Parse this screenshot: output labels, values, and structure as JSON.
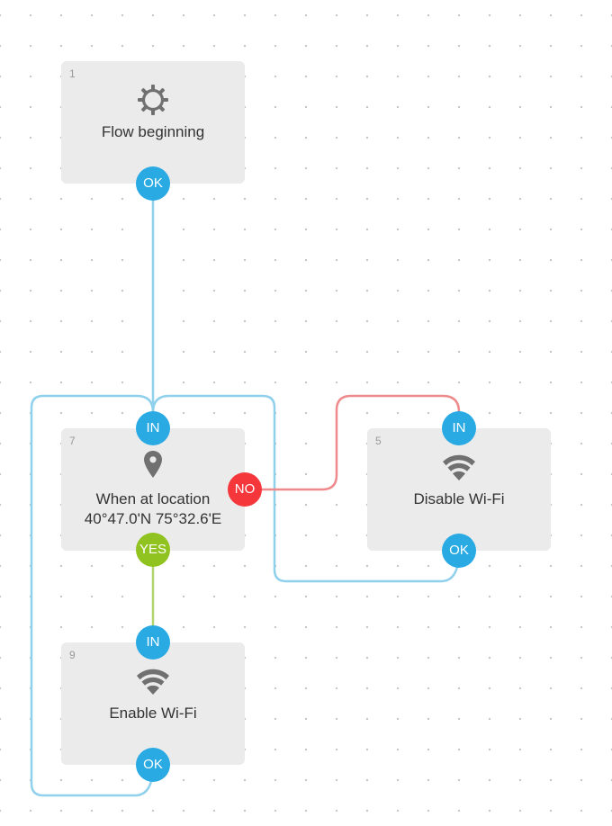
{
  "colors": {
    "wire_blue": "#8fd0ec",
    "wire_red": "#ef8a8c",
    "wire_green": "#b2d46e",
    "port_blue": "#29aae3",
    "port_red": "#f5363b",
    "port_green": "#90c31f",
    "block_bg": "#ebebeb",
    "icon_gray": "#707070"
  },
  "blocks": {
    "flow_beginning": {
      "number": "1",
      "icon": "gear-icon",
      "title": "Flow beginning",
      "ports": {
        "ok": "OK"
      }
    },
    "location": {
      "number": "7",
      "icon": "location-pin-icon",
      "title": "When at location\n40°47.0'N 75°32.6'E",
      "ports": {
        "in": "IN",
        "yes": "YES",
        "no": "NO"
      }
    },
    "disable_wifi": {
      "number": "5",
      "icon": "wifi-icon",
      "title": "Disable Wi-Fi",
      "ports": {
        "in": "IN",
        "ok": "OK"
      }
    },
    "enable_wifi": {
      "number": "9",
      "icon": "wifi-icon",
      "title": "Enable Wi-Fi",
      "ports": {
        "in": "IN",
        "ok": "OK"
      }
    }
  }
}
